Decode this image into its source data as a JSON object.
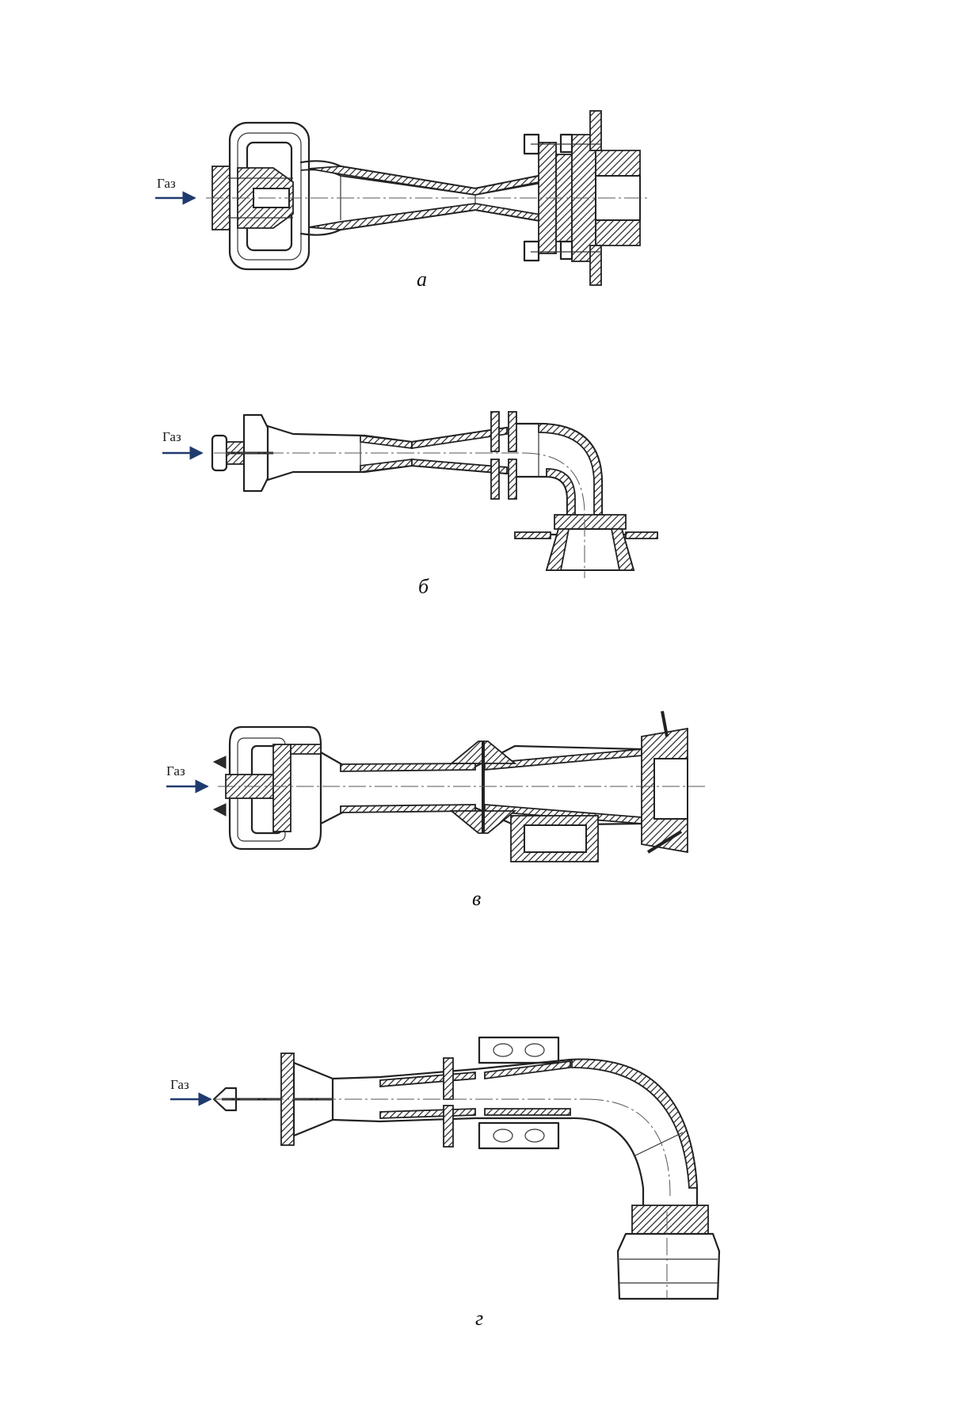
{
  "figure": {
    "gas_label": "Газ",
    "panels": [
      {
        "id": "a",
        "caption": "а"
      },
      {
        "id": "b",
        "caption": "б"
      },
      {
        "id": "v",
        "caption": "в"
      },
      {
        "id": "g",
        "caption": "г"
      }
    ],
    "arrow_color": "#1f3a6e"
  }
}
